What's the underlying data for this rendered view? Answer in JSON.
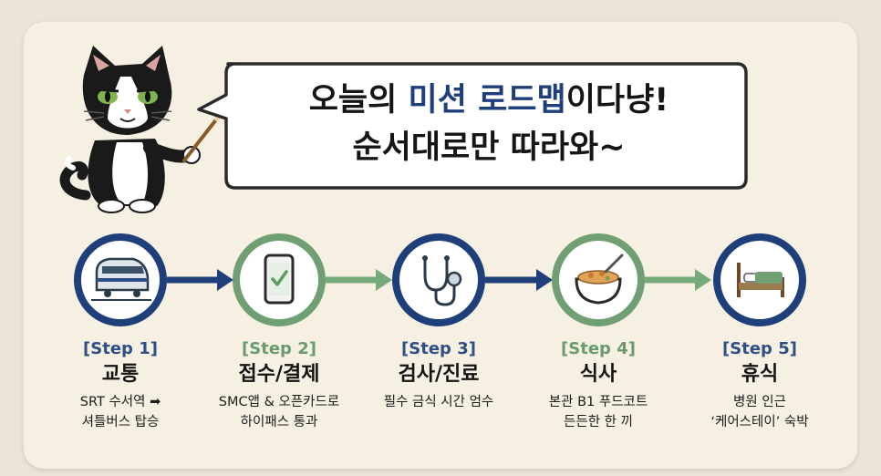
{
  "header": {
    "line1_a": "오늘의 ",
    "line1_hl": "미션 로드맵",
    "line1_b": "이다냥!",
    "line2": "순서대로만 따라와~"
  },
  "colors": {
    "blue": "#1f3f7a",
    "green": "#6f9f73",
    "arrow_blue": "#1f3f7a",
    "arrow_green": "#77aa7b"
  },
  "steps": [
    {
      "tag": "[Step 1]",
      "title": "교통",
      "desc1": "SRT 수서역 ➡",
      "desc2": "셔틀버스 탑승",
      "icon": "train-icon",
      "color": "blue"
    },
    {
      "tag": "[Step 2]",
      "title": "접수/결제",
      "desc1": "SMC앱 & 오픈카드로",
      "desc2": "하이패스 통과",
      "icon": "smartphone-check-icon",
      "color": "green"
    },
    {
      "tag": "[Step 3]",
      "title": "검사/진료",
      "desc1": "필수 금식 시간 엄수",
      "desc2": "",
      "icon": "stethoscope-icon",
      "color": "blue"
    },
    {
      "tag": "[Step 4]",
      "title": "식사",
      "desc1": "본관 B1 푸드코트",
      "desc2": "든든한 한 끼",
      "icon": "food-bowl-icon",
      "color": "green"
    },
    {
      "tag": "[Step 5]",
      "title": "휴식",
      "desc1": "병원 인근",
      "desc2": "‘케어스테이’ 숙박",
      "icon": "bed-icon",
      "color": "blue"
    }
  ]
}
